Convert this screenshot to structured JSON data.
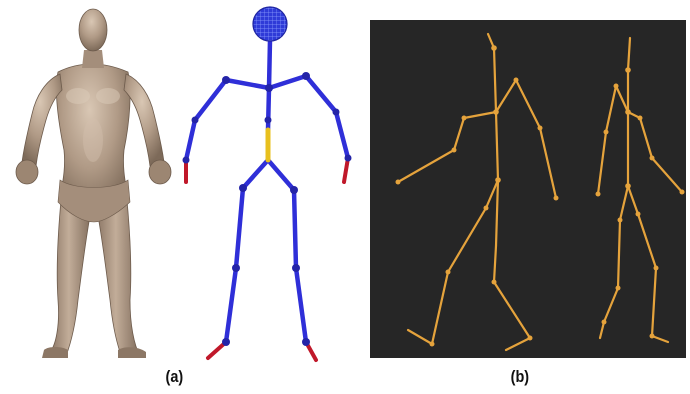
{
  "captions": {
    "a": "(a)",
    "b": "(b)"
  },
  "colors": {
    "mesh_skin": "#b09a86",
    "mesh_shadow": "#7d6a59",
    "skeleton_bone": "#2f2fd8",
    "skeleton_joint": "#2424a8",
    "skeleton_spine": "#e8c01e",
    "skeleton_extremity": "#c0182a",
    "panel_background": "#262626",
    "motion_bone": "#e5a33c"
  },
  "panels": {
    "a": {
      "parts": [
        "human-mesh",
        "stick-skeleton"
      ]
    },
    "b": {
      "parts": [
        "walking-pose-side",
        "walking-pose-front"
      ]
    }
  }
}
